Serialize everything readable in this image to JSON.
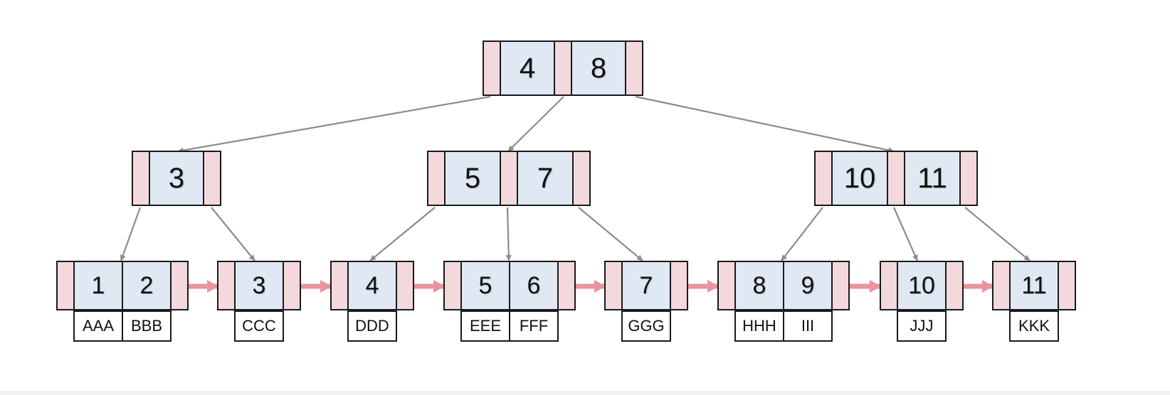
{
  "tree": {
    "root": {
      "keys": [
        "4",
        "8"
      ]
    },
    "internal": [
      {
        "keys": [
          "3"
        ]
      },
      {
        "keys": [
          "5",
          "7"
        ]
      },
      {
        "keys": [
          "10",
          "11"
        ]
      }
    ],
    "leaves": [
      {
        "keys": [
          "1",
          "2"
        ],
        "values": [
          "AAA",
          "BBB"
        ]
      },
      {
        "keys": [
          "3"
        ],
        "values": [
          "CCC"
        ]
      },
      {
        "keys": [
          "4"
        ],
        "values": [
          "DDD"
        ]
      },
      {
        "keys": [
          "5",
          "6"
        ],
        "values": [
          "EEE",
          "FFF"
        ]
      },
      {
        "keys": [
          "7"
        ],
        "values": [
          "GGG"
        ]
      },
      {
        "keys": [
          "8",
          "9"
        ],
        "values": [
          "HHH",
          "III"
        ]
      },
      {
        "keys": [
          "10"
        ],
        "values": [
          "JJJ"
        ]
      },
      {
        "keys": [
          "11"
        ],
        "values": [
          "KKK"
        ]
      }
    ]
  },
  "colors": {
    "pointer_fill": "#f3d9dc",
    "key_fill": "#dfe8f3",
    "edge": "#8c8c8c",
    "leaf_link": "#e8959b"
  }
}
